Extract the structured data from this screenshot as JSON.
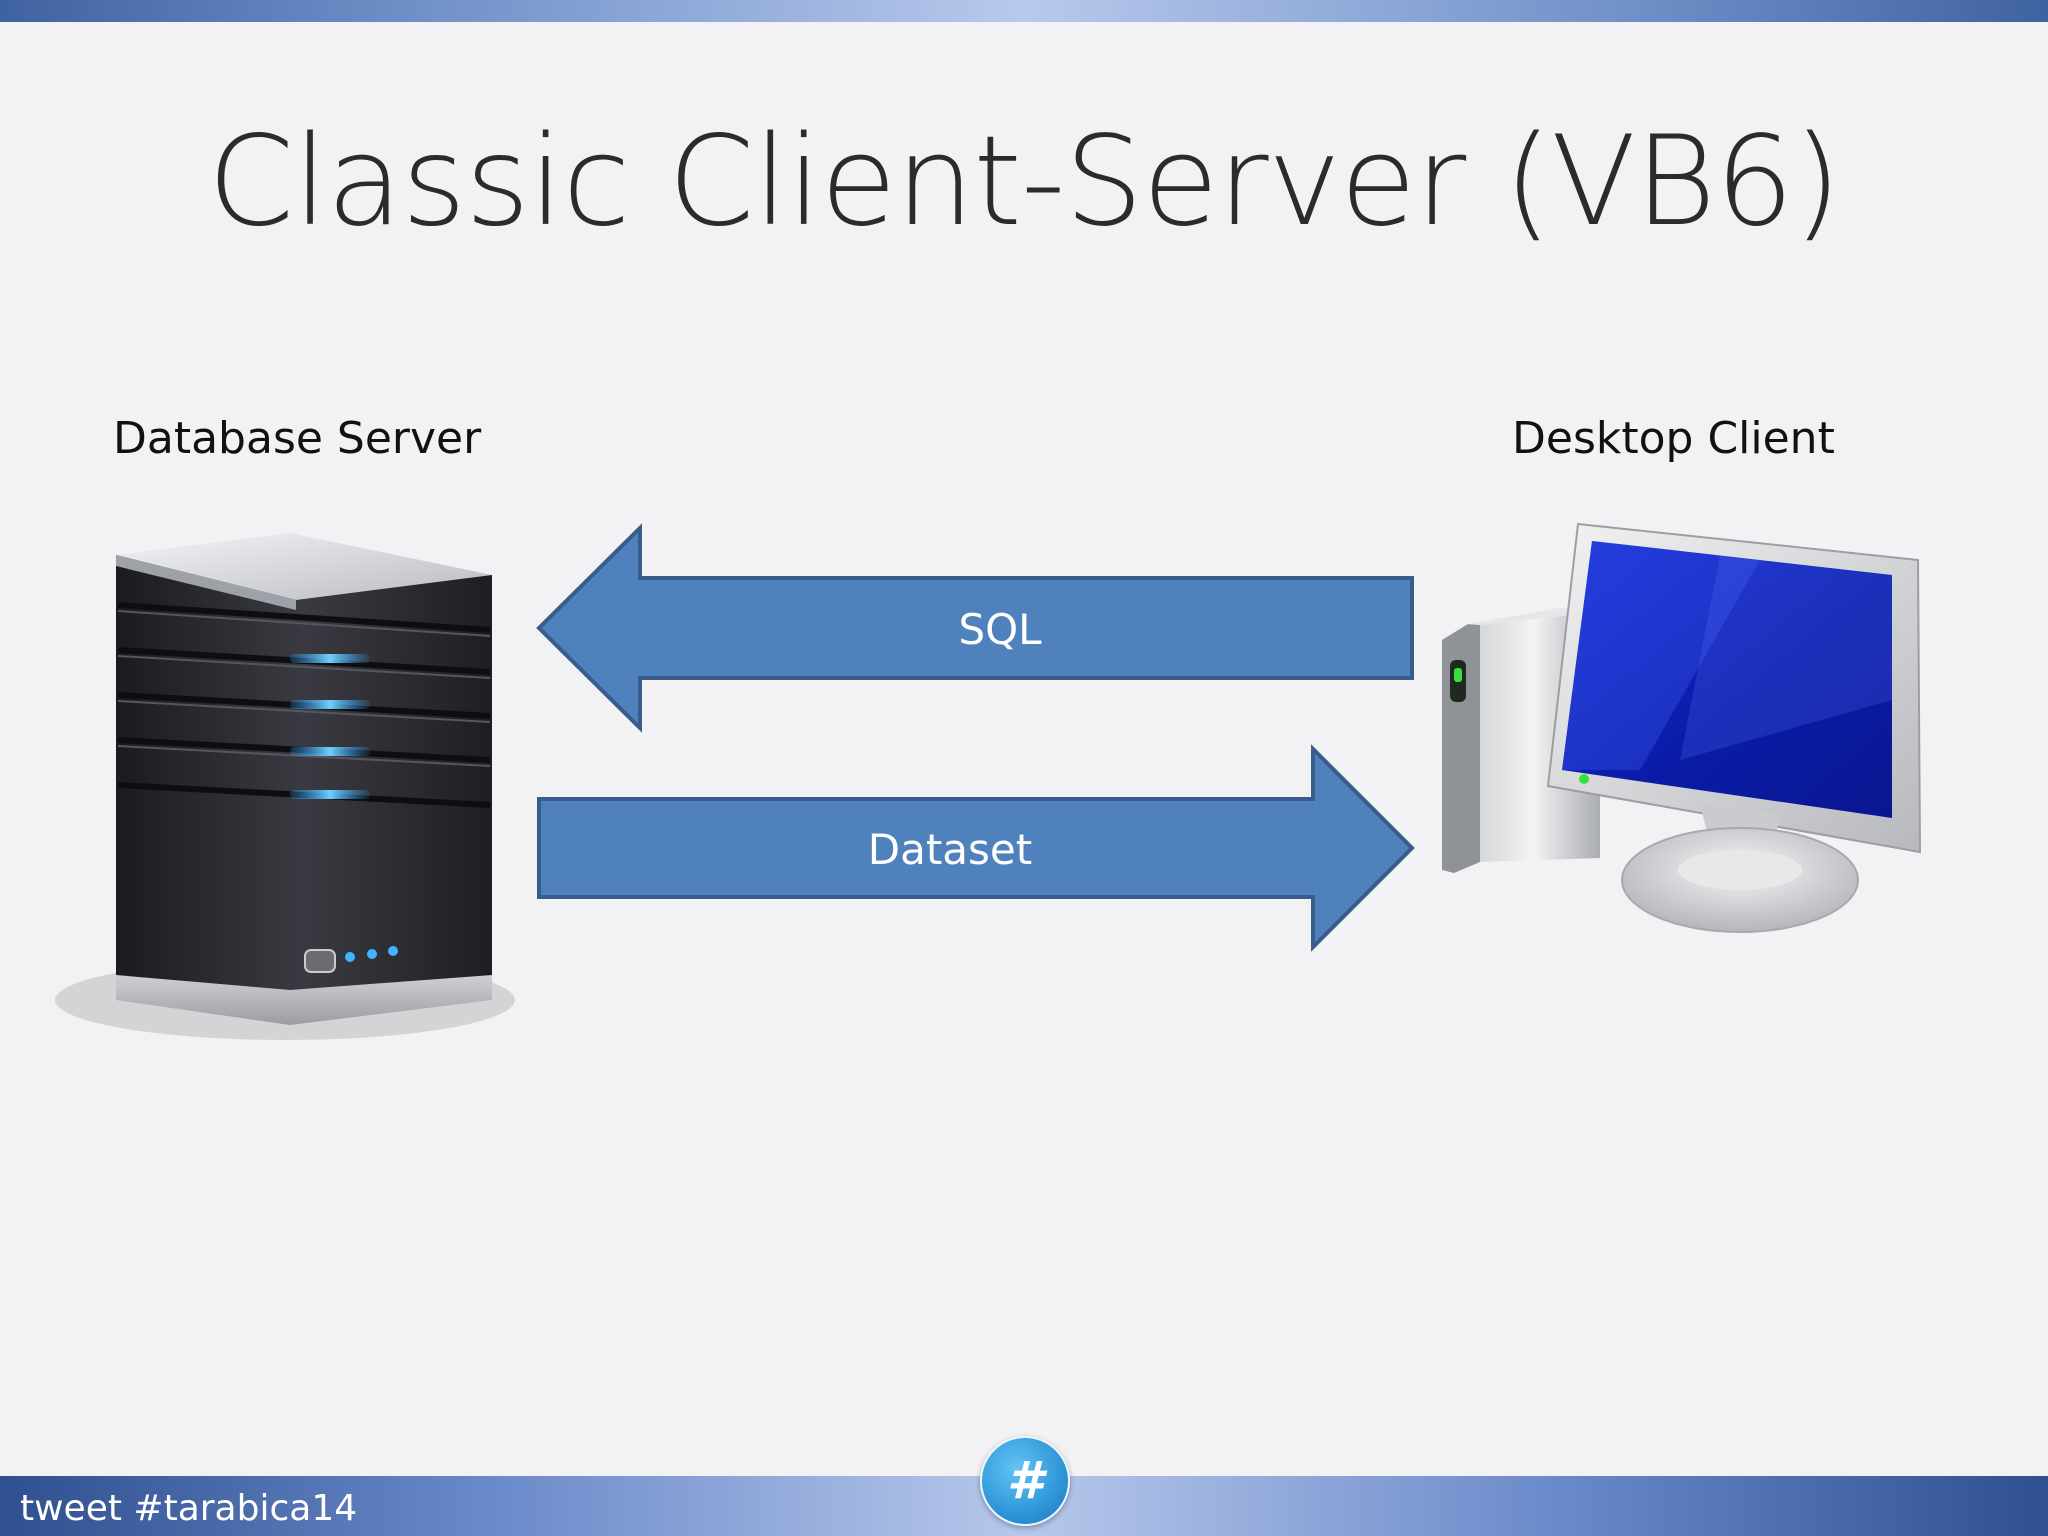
{
  "slide": {
    "title": "Classic Client-Server (VB6)",
    "server_label": "Database Server",
    "client_label": "Desktop Client",
    "footer": "tweet #tarabica14",
    "badge_glyph": "#"
  },
  "diagram": {
    "arrows": [
      {
        "label": "SQL",
        "direction": "left",
        "from": "Desktop Client",
        "to": "Database Server"
      },
      {
        "label": "Dataset",
        "direction": "right",
        "from": "Database Server",
        "to": "Desktop Client"
      }
    ],
    "arrow_fill": "#4f81bd",
    "arrow_stroke": "#385d8a"
  },
  "icons": {
    "server": "database-server-icon",
    "client": "desktop-computer-icon",
    "badge": "hashtag-badge-icon"
  }
}
